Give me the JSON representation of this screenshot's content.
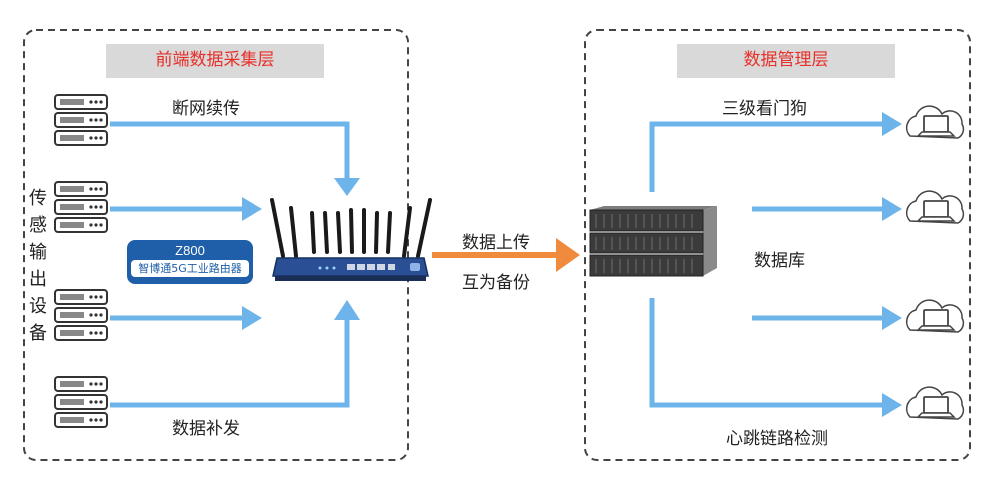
{
  "left_panel": {
    "title": "前端数据采集层",
    "vertical_label": [
      "传",
      "感",
      "输",
      "出",
      "设",
      "备"
    ],
    "labels": {
      "resume": "断网续传",
      "resend": "数据补发"
    }
  },
  "router": {
    "model": "Z800",
    "name": "智博通5G工业路由器"
  },
  "center": {
    "upload": "数据上传",
    "backup": "互为备份"
  },
  "right_panel": {
    "title": "数据管理层",
    "labels": {
      "watchdog": "三级看门狗",
      "database": "数据库",
      "heartbeat": "心跳链路检测"
    }
  },
  "colors": {
    "arrow_blue": "#6cb4ea",
    "arrow_orange": "#f08a3c",
    "title_red": "#e8302a",
    "badge_blue": "#1f5ea8"
  }
}
